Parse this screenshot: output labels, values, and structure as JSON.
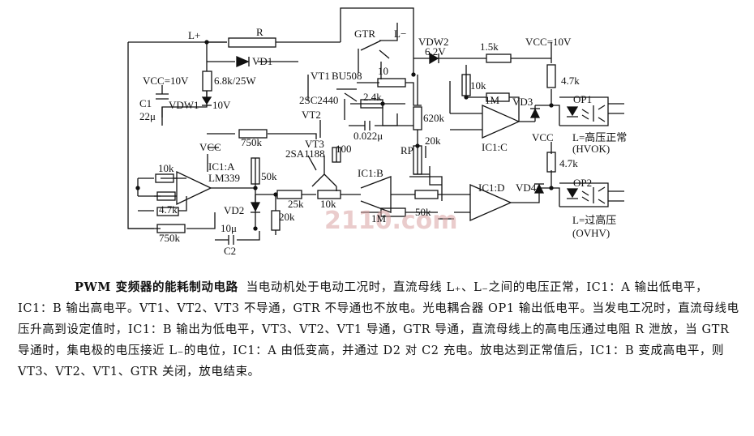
{
  "circuit": {
    "labels": {
      "l_plus": "L+",
      "r": "R",
      "gtr": "GTR",
      "l_minus": "L−",
      "vdw2": "VDW2",
      "v_6_2": "6.2V",
      "r_1_5k": "1.5k",
      "vcc_10v_top": "VCC=10V",
      "vd1": "VD1",
      "r_6_8k": "6.8k/25W",
      "vcc_10v_left": "VCC=10V",
      "vt1": "VT1",
      "bu508": "BU508",
      "r_10_top": "10",
      "r_10k_a": "10k",
      "r_4_7k_top": "4.7k",
      "c1": "C1",
      "c1_val": "22μ",
      "vdw1": "VDW1",
      "v_10v": "10V",
      "sc2440": "2SC2440",
      "r_2_4k": "2.4k",
      "r_1m_top": "1M",
      "vd3": "VD3",
      "op1": "OP1",
      "vt2": "VT2",
      "r_620k": "620k",
      "c_0_022": "0.022μ",
      "r_750k_top": "750k",
      "vt3": "VT3",
      "sa1188": "2SA1188",
      "r_100": "100",
      "rp": "RP",
      "r_20k_rp": "20k",
      "ic1c": "IC1:C",
      "vcc_mid": "VCC",
      "op1_text": "L=高压正常",
      "hvok": "(HVOK)",
      "r_4_7k_mid": "4.7k",
      "vcc_left": "VCC",
      "ic1a": "IC1:A",
      "lm339": "LM339",
      "r_50k_a": "50k",
      "ic1b": "IC1:B",
      "r_10k_left": "10k",
      "r_4_7k_left": "4.7k",
      "r_25k": "25k",
      "r_10k_b": "10k",
      "ic1d": "IC1:D",
      "vd4": "VD4",
      "op2": "OP2",
      "vd2": "VD2",
      "r_20k_b": "20k",
      "r_1m_b": "1M",
      "r_50k_b": "50k",
      "op2_text": "L=过高压",
      "ovhv": "(OVHV)",
      "r_750k_bot": "750k",
      "c2_val": "10μ",
      "c2": "C2"
    },
    "watermark": "2110.com"
  },
  "caption": {
    "title": "PWM 变频器的能耗制动电路",
    "body": "当电动机处于电动工况时，直流母线 L₊、L₋之间的电压正常，IC1：A 输出低电平，IC1：B 输出高电平。VT1、VT2、VT3 不导通，GTR 不导通也不放电。光电耦合器 OP1 输出低电平。当发电工况时，直流母线电压升高到设定值时，IC1：B 输出为低电平，VT3、VT2、VT1 导通，GTR 导通，直流母线上的高电压通过电阻 R 泄放，当 GTR 导通时，集电极的电压接近 L₋的电位，IC1：A 由低变高，并通过 D2 对 C2 充电。放电达到正常值后，IC1：B 变成高电平，则 VT3、VT2、VT1、GTR 关闭，放电结束。"
  }
}
